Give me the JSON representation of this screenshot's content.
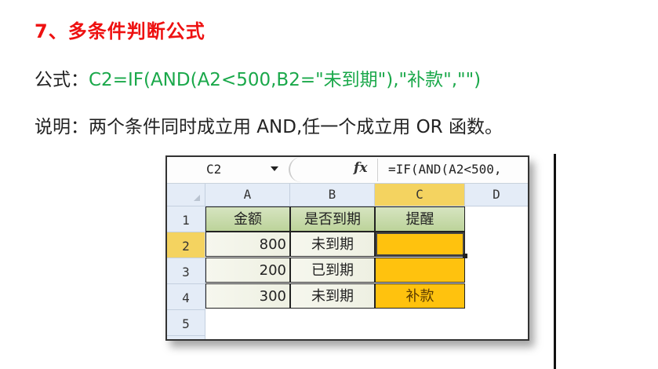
{
  "heading": "7、多条件判断公式",
  "formula_line": {
    "label": "公式：",
    "formula": "C2=IF(AND(A2<500,B2=\"未到期\"),\"补款\",\"\")"
  },
  "description_line": "说明：两个条件同时成立用 AND,任一个成立用 OR 函数。",
  "spreadsheet": {
    "name_box": "C2",
    "fx_label": "fx",
    "formula_bar_text": "=IF(AND(A2<500,",
    "columns": [
      "A",
      "B",
      "C",
      "D"
    ],
    "selected_column": "C",
    "rows": [
      "1",
      "2",
      "3",
      "4",
      "5"
    ],
    "selected_row": "2",
    "header_row": [
      "金额",
      "是否到期",
      "提醒"
    ],
    "data": [
      {
        "amount": "800",
        "status": "未到期",
        "reminder": ""
      },
      {
        "amount": "200",
        "status": "已到期",
        "reminder": ""
      },
      {
        "amount": "300",
        "status": "未到期",
        "reminder": "补款"
      }
    ],
    "colors": {
      "header_fill": "#c4d8a4",
      "reminder_fill": "#ffc20e",
      "selected_header": "#f4d360"
    }
  },
  "colors": {
    "heading": "#ee1111",
    "formula": "#1aa84a",
    "body_text": "#222222"
  }
}
